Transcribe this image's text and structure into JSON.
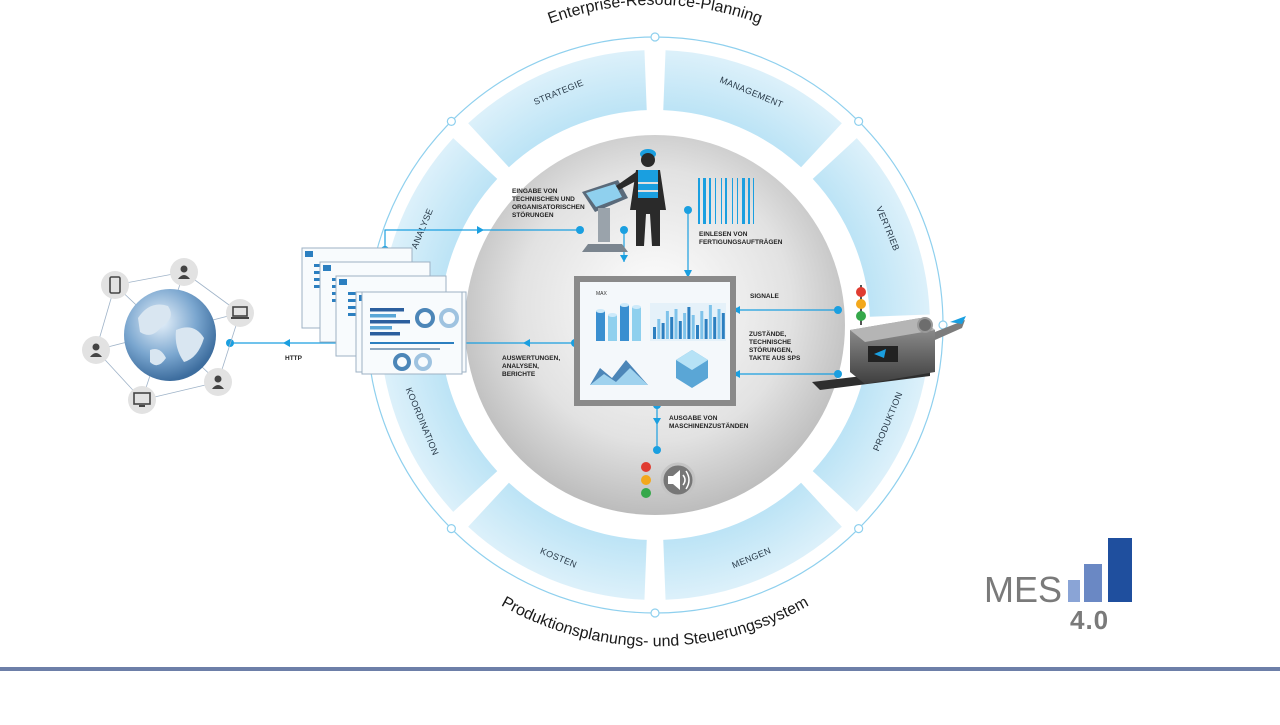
{
  "ring": {
    "top_title": "Enterprise-Resource-Planning",
    "bottom_title": "Produktionsplanungs- und Steuerungssystem",
    "segments": [
      "MANAGEMENT",
      "VERTRIEB",
      "PRODUKTION",
      "MENGEN",
      "KOSTEN",
      "KOORDINATION",
      "ANALYSE",
      "STRATEGIE"
    ]
  },
  "labels": {
    "input_disturbances": [
      "EINGABE VON",
      "TECHNISCHEN UND",
      "ORGANISATORISCHEN",
      "STÖRUNGEN"
    ],
    "read_orders": [
      "EINLESEN VON",
      "FERTIGUNGSAUFTRÄGEN"
    ],
    "signals": [
      "SIGNALE"
    ],
    "states": [
      "ZUSTÄNDE,",
      "TECHNISCHE",
      "STÖRUNGEN,",
      "TAKTE AUS SPS"
    ],
    "evaluations": [
      "AUSWERTUNGEN,",
      "ANALYSEN,",
      "BERICHTE"
    ],
    "machine_output": [
      "AUSGABE VON",
      "MASCHINENZUSTÄNDEN"
    ],
    "http": "HTTP"
  },
  "logo": {
    "text": "MES",
    "version": "4.0"
  },
  "icons": {
    "globe": "globe-icon",
    "worker": "worker-icon",
    "terminal": "touch-terminal-icon",
    "barcode": "barcode-icon",
    "dashboard": "dashboard-icon",
    "machine": "machine-icon",
    "traffic_light": "traffic-light-icon",
    "speaker": "speaker-icon",
    "reports": "report-stack-icon"
  },
  "colors": {
    "accent": "#1a9fe0",
    "segment_light": "#dff2fb",
    "segment_dark": "#a9dcf3",
    "core": "#d4d4d4",
    "logo_bar_light": "#8aa4d6",
    "logo_bar_dark": "#1f4f9e",
    "bottom_bar": "#6d7fa8"
  }
}
